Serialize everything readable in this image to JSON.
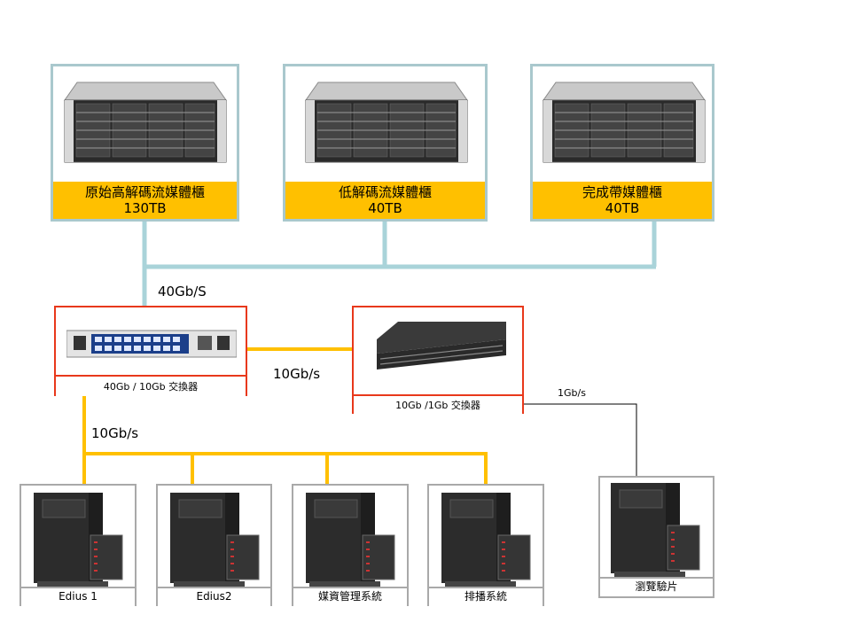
{
  "storage": [
    {
      "name": "原始高解碼流媒體櫃",
      "capacity": "130TB"
    },
    {
      "name": "低解碼流媒體櫃",
      "capacity": "40TB"
    },
    {
      "name": "完成帶媒體櫃",
      "capacity": "40TB"
    }
  ],
  "links": {
    "storage_to_core": "40Gb/S",
    "core_to_access": "10Gb/s",
    "core_to_workstations": "10Gb/s",
    "access_to_preview": "1Gb/s"
  },
  "switches": {
    "core": "40Gb / 10Gb 交換器",
    "access": "10Gb /1Gb 交換器"
  },
  "workstations": [
    {
      "name": "Edius 1"
    },
    {
      "name": "Edius2"
    },
    {
      "name": "媒資管理系統"
    },
    {
      "name": "排播系統"
    }
  ],
  "preview": {
    "name": "瀏覽驗片"
  },
  "colors": {
    "storage_link": "#a9d3d9",
    "workstation_link": "#ffc000",
    "preview_link": "#000000",
    "storage_label_bg": "#ffc000",
    "switch_border": "#e8381b",
    "storage_border": "#a9c8cd"
  }
}
